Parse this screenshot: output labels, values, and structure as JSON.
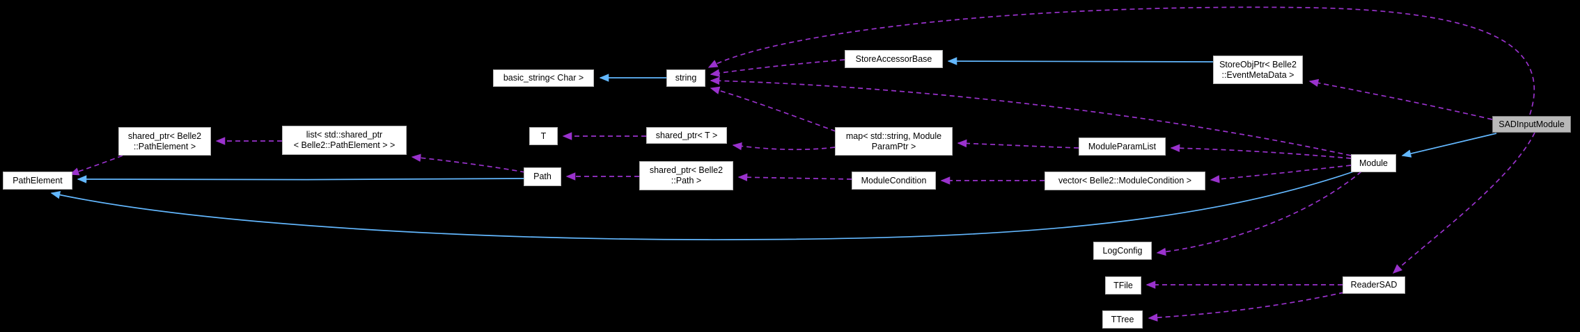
{
  "diagram": {
    "type": "collaboration-graph",
    "background": "#000000",
    "colors": {
      "usage_edge": "#9a32cd",
      "inheritance_edge": "#63b8ff",
      "node_fill": "#ffffff",
      "node_border": "#b4b4b4",
      "highlight_fill": "#b9b9b9",
      "text": "#000000"
    },
    "nodes": {
      "pathelement": {
        "label": "PathElement"
      },
      "sharedptr_pathelement": {
        "label": "shared_ptr< Belle2\n::PathElement >"
      },
      "list_sharedptr": {
        "label": "list< std::shared_ptr\n< Belle2::PathElement > >"
      },
      "basic_string": {
        "label": "basic_string< Char >"
      },
      "string": {
        "label": "string"
      },
      "t": {
        "label": "T"
      },
      "sharedptr_t": {
        "label": "shared_ptr< T >"
      },
      "path": {
        "label": "Path"
      },
      "sharedptr_path": {
        "label": "shared_ptr< Belle2\n::Path >"
      },
      "map_params": {
        "label": "map< std::string, Module\nParamPtr >"
      },
      "storeaccessorbase": {
        "label": "StoreAccessorBase"
      },
      "storeobjptr": {
        "label": "StoreObjPtr< Belle2\n::EventMetaData >"
      },
      "moduleparamlist": {
        "label": "ModuleParamList"
      },
      "modulecondition": {
        "label": "ModuleCondition"
      },
      "vector_modulecondition": {
        "label": "vector< Belle2::ModuleCondition >"
      },
      "module": {
        "label": "Module"
      },
      "logconfig": {
        "label": "LogConfig"
      },
      "tfile": {
        "label": "TFile"
      },
      "ttree": {
        "label": "TTree"
      },
      "readersad": {
        "label": "ReaderSAD"
      },
      "sadinputmodule": {
        "label": "SADInputModule"
      }
    },
    "edges": [
      {
        "from": "string",
        "to": "basic_string",
        "type": "inheritance"
      },
      {
        "from": "storeobjptr",
        "to": "storeaccessorbase",
        "type": "inheritance"
      },
      {
        "from": "sadinputmodule",
        "to": "module",
        "type": "inheritance"
      },
      {
        "from": "path",
        "to": "pathelement",
        "type": "inheritance"
      },
      {
        "from": "module",
        "to": "pathelement",
        "type": "inheritance"
      },
      {
        "from": "sharedptr_t",
        "to": "t",
        "type": "usage"
      },
      {
        "from": "sharedptr_path",
        "to": "path",
        "type": "usage"
      },
      {
        "from": "path",
        "to": "list_sharedptr",
        "type": "usage"
      },
      {
        "from": "list_sharedptr",
        "to": "sharedptr_pathelement",
        "type": "usage"
      },
      {
        "from": "sharedptr_pathelement",
        "to": "pathelement",
        "type": "usage"
      },
      {
        "from": "map_params",
        "to": "string",
        "type": "usage"
      },
      {
        "from": "map_params",
        "to": "sharedptr_t",
        "type": "usage"
      },
      {
        "from": "moduleparamlist",
        "to": "map_params",
        "type": "usage"
      },
      {
        "from": "module",
        "to": "moduleparamlist",
        "type": "usage"
      },
      {
        "from": "vector_modulecondition",
        "to": "modulecondition",
        "type": "usage"
      },
      {
        "from": "module",
        "to": "vector_modulecondition",
        "type": "usage"
      },
      {
        "from": "modulecondition",
        "to": "sharedptr_path",
        "type": "usage"
      },
      {
        "from": "storeaccessorbase",
        "to": "string",
        "type": "usage"
      },
      {
        "from": "module",
        "to": "string",
        "type": "usage"
      },
      {
        "from": "sadinputmodule",
        "to": "string",
        "type": "usage"
      },
      {
        "from": "sadinputmodule",
        "to": "storeobjptr",
        "type": "usage"
      },
      {
        "from": "module",
        "to": "logconfig",
        "type": "usage"
      },
      {
        "from": "sadinputmodule",
        "to": "readersad",
        "type": "usage"
      },
      {
        "from": "readersad",
        "to": "tfile",
        "type": "usage"
      },
      {
        "from": "readersad",
        "to": "ttree",
        "type": "usage"
      }
    ]
  }
}
